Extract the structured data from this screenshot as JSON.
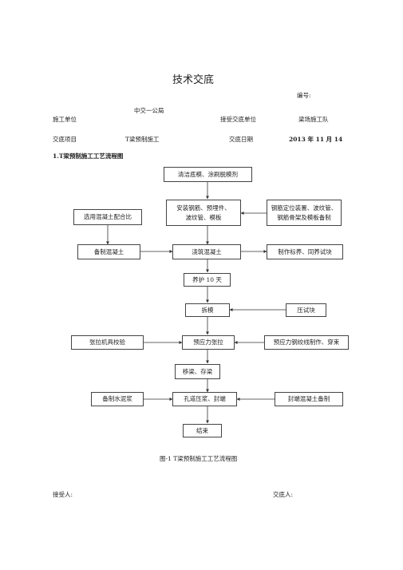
{
  "doc": {
    "title": "技术交底",
    "number_label": "编号:",
    "construction_unit_label": "施工单位",
    "construction_unit_value": "中交一公局",
    "receiving_unit_label": "接受交底单位",
    "receiving_unit_value": "梁场施工队",
    "item_label": "交底项目",
    "item_value": "T梁预制施工",
    "date_label": "交底日期",
    "date_value": "2013 年 11 月 14",
    "section_heading": "1.T梁预制施工工艺流程图",
    "figure_caption": "图-1 T梁预制施工工艺流程图",
    "receiver_label": "接受人:",
    "discloser_label": "交底人:"
  },
  "flow": {
    "clean_base": "清洁底模、涂刷脱模剂",
    "install_line1": "安装钢筋、预埋件、",
    "install_line2": "波纹管、模板",
    "rebar_line1": "钢筋定位装置、波纹管、",
    "rebar_line2": "钢筋骨架及模板备制",
    "mix_ratio": "选用混凝土配合比",
    "prepare_concrete": "备制混凝土",
    "pour": "浇筑混凝土",
    "specimen": "制作标养、同养试块",
    "cure": "养护 10 天",
    "demold": "拆模",
    "press_block": "压试块",
    "calibrate": "张拉机具校验",
    "prestress": "预应力张拉",
    "strand": "预应力钢绞线制作、穿束",
    "move": "移梁、存梁",
    "cement_paste": "备制水泥浆",
    "grout": "孔道压浆、封端",
    "seal_concrete": "封端混凝土备制",
    "end": "结束"
  }
}
